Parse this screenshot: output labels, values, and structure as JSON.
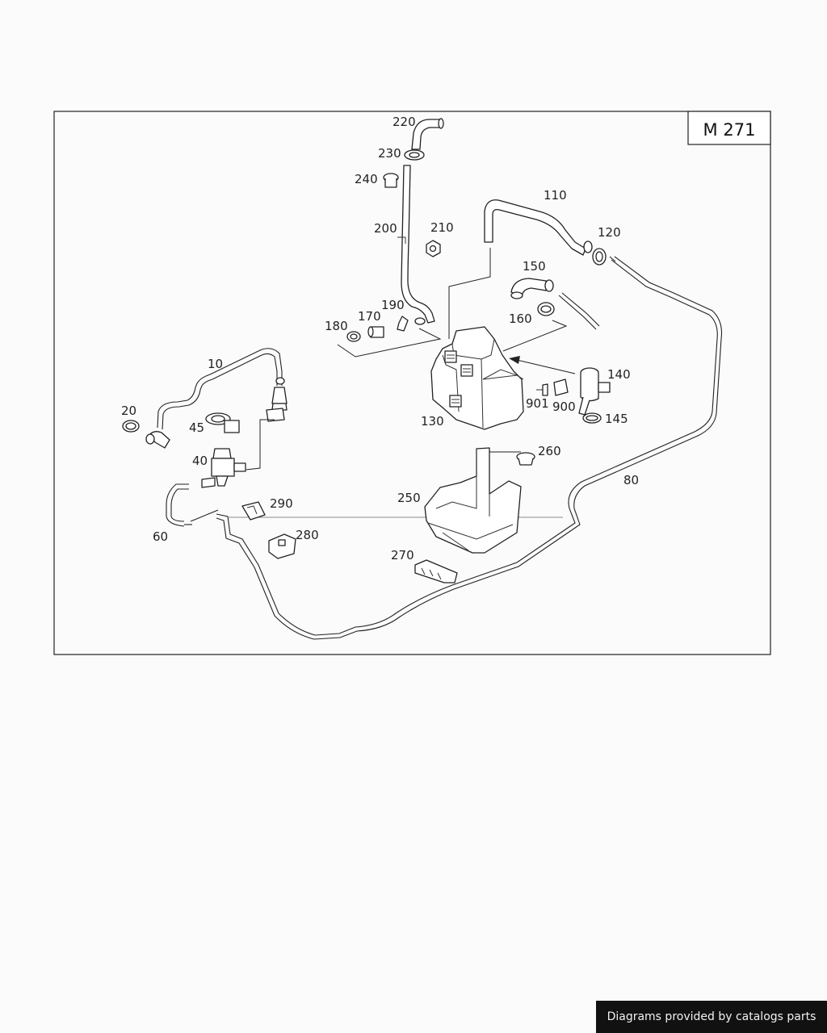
{
  "diagram": {
    "code": "M 271",
    "part_labels": [
      "220",
      "230",
      "240",
      "200",
      "210",
      "190",
      "170",
      "180",
      "110",
      "120",
      "150",
      "160",
      "140",
      "901",
      "900",
      "145",
      "130",
      "10",
      "20",
      "45",
      "40",
      "260",
      "80",
      "250",
      "290",
      "60",
      "280",
      "270"
    ]
  },
  "footer": {
    "credit": "Diagrams provided by catalogs parts"
  }
}
